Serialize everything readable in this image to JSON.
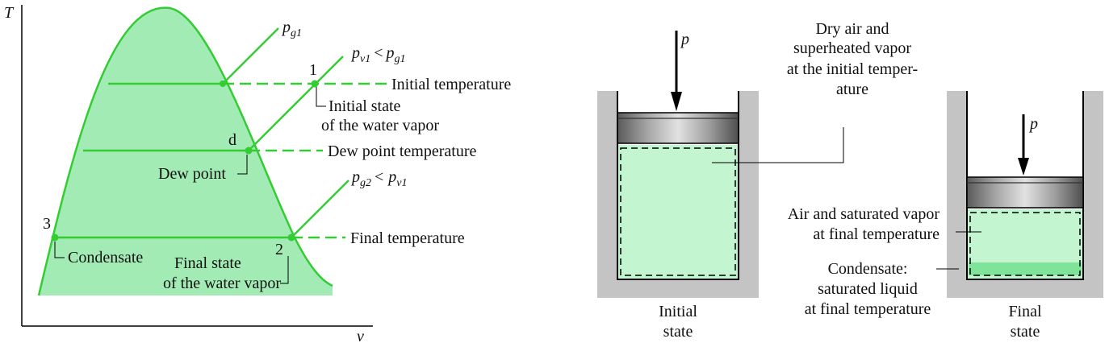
{
  "colors": {
    "curve": "#33cc33",
    "dome_fill": "#a3ebb5",
    "gas_fill": "#c2f5d0",
    "condensate_fill": "#7fe39a",
    "line": "#000000",
    "wall": "#c4c4c4"
  },
  "td_diagram": {
    "axis_t": "T",
    "axis_v": "v",
    "isobar_pg1": {
      "p": "p",
      "sub": "g1"
    },
    "isobar_pv1": {
      "p": "p",
      "sub": "v1",
      "op": "<",
      "p2": "p",
      "sub2": "g1"
    },
    "isobar_pg2": {
      "p": "p",
      "sub": "g2",
      "op": "<",
      "p2": "p",
      "sub2": "v1"
    },
    "initial_temperature": "Initial temperature",
    "point_1": "1",
    "initial_state_line1": "Initial state",
    "initial_state_line2": "of the water vapor",
    "point_d": "d",
    "dew_point_temperature": "Dew point temperature",
    "dew_point": "Dew point",
    "point_3": "3",
    "point_2": "2",
    "final_temperature": "Final temperature",
    "condensate": "Condensate",
    "final_state_line1": "Final state",
    "final_state_line2": "of the water vapor"
  },
  "cylinders": {
    "pressure_symbol": "p",
    "dry_air_line1": "Dry air and",
    "dry_air_line2": "superheated vapor",
    "dry_air_line3": "at the initial temper-",
    "dry_air_line4": "ature",
    "initial_line1": "Initial",
    "initial_line2": "state",
    "air_sat_line1": "Air and saturated vapor",
    "air_sat_line2": "at final temperature",
    "cond_line1": "Condensate:",
    "cond_line2": "saturated liquid",
    "cond_line3": "at final temperature",
    "final_line1": "Final",
    "final_line2": "state"
  }
}
